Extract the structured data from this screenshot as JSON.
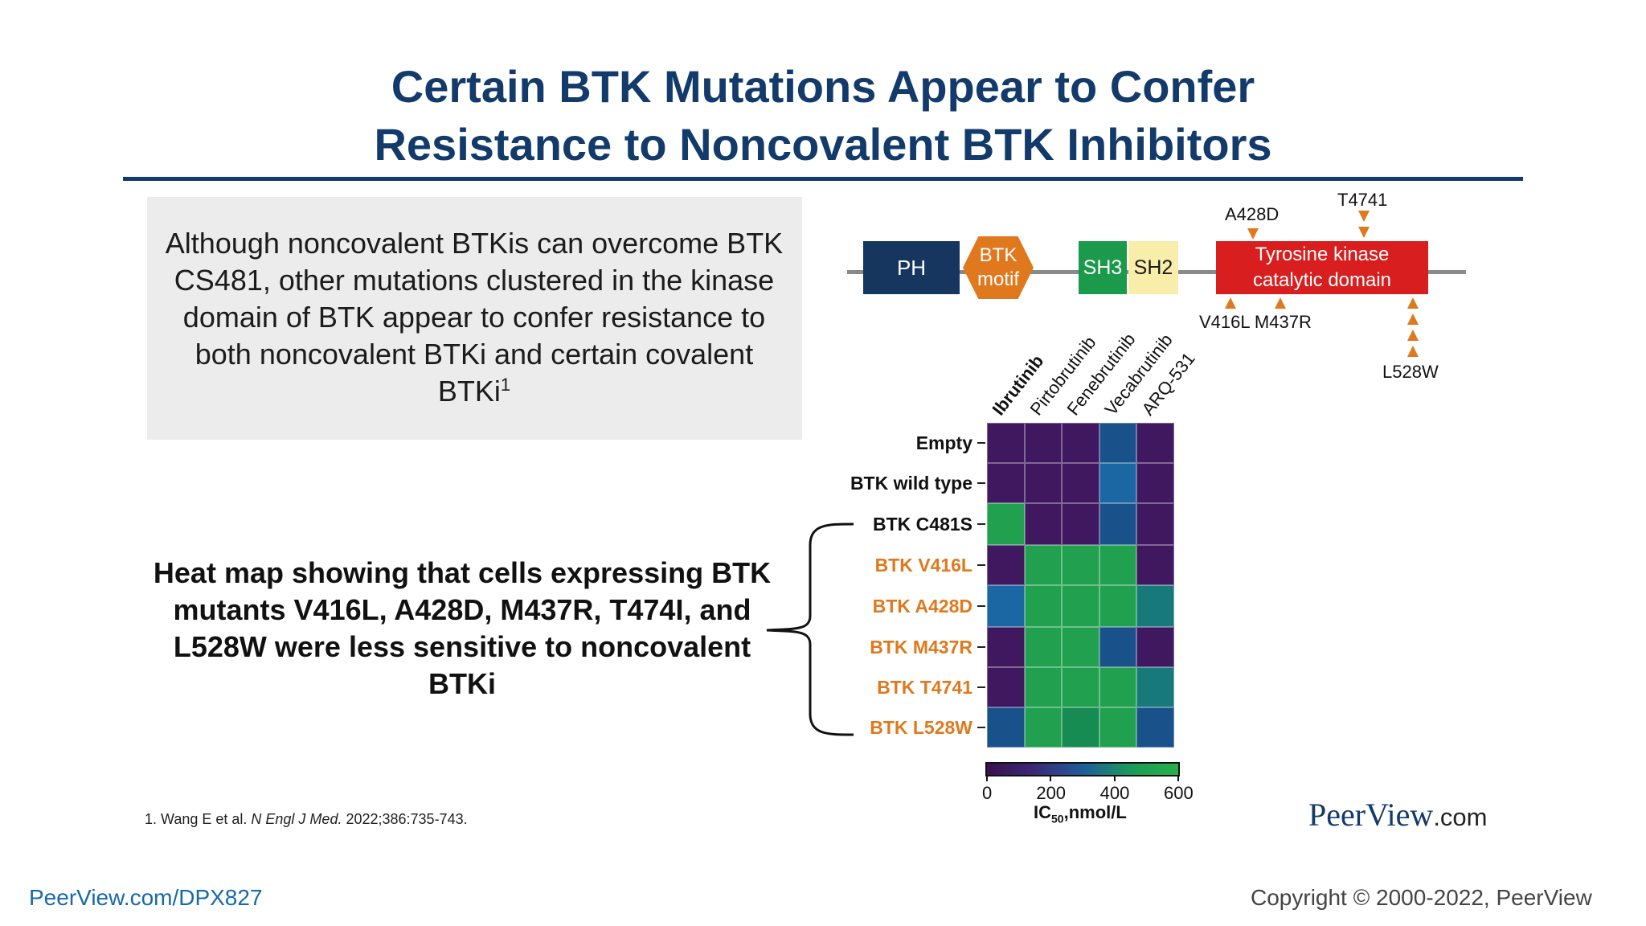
{
  "title": {
    "line1": "Certain BTK Mutations Appear to Confer",
    "line2": "Resistance to Noncovalent BTK Inhibitors"
  },
  "callout": {
    "text": "Although noncovalent BTKis can overcome BTK CS481, other mutations clustered in the kinase domain of BTK appear to confer resistance to both noncovalent BTKi and certain covalent BTKi",
    "superscript": "1"
  },
  "heatmap_description": "Heat map showing that cells expressing BTK mutants V416L, A428D, M437R, T474I, and L528W were less sensitive to noncovalent BTKi",
  "reference": {
    "prefix": "1. Wang E et al. ",
    "journal": "N Engl J Med.",
    "suffix": " 2022;386:735-743."
  },
  "footer": {
    "link": "PeerView.com/DPX827",
    "copyright": "Copyright © 2000-2022, PeerView"
  },
  "logo": {
    "name": "PeerView",
    "suffix": ".com"
  },
  "diagram": {
    "domains": {
      "ph": "PH",
      "btk_motif_line1": "BTK",
      "btk_motif_line2": "motif",
      "sh3": "SH3",
      "sh2": "SH2",
      "tk_line1": "Tyrosine kinase",
      "tk_line2": "catalytic domain"
    },
    "mutations": {
      "a428d": "A428D",
      "t4741": "T4741",
      "v416l_m437r": "V416L M437R",
      "l528w": "L528W"
    },
    "arrow_color": "#e0791e"
  },
  "chart_data": {
    "type": "heatmap",
    "columns": [
      "Ibrutinib",
      "Pirtobrutinib",
      "Fenebrutinib",
      "Vecabrutinib",
      "ARQ-531"
    ],
    "rows": [
      "Empty",
      "BTK wild type",
      "BTK C481S",
      "BTK V416L",
      "BTK A428D",
      "BTK M437R",
      "BTK T4741",
      "BTK L528W"
    ],
    "row_colors": [
      "#111111",
      "#111111",
      "#111111",
      "#e0791e",
      "#e0791e",
      "#e0791e",
      "#e0791e",
      "#e0791e"
    ],
    "values": [
      [
        60,
        60,
        60,
        320,
        60
      ],
      [
        60,
        60,
        60,
        380,
        60
      ],
      [
        560,
        60,
        60,
        320,
        60
      ],
      [
        60,
        560,
        560,
        560,
        60
      ],
      [
        380,
        560,
        560,
        560,
        430
      ],
      [
        60,
        560,
        560,
        320,
        60
      ],
      [
        60,
        560,
        560,
        560,
        430
      ],
      [
        320,
        560,
        480,
        560,
        320
      ]
    ],
    "colorbar": {
      "ticks": [
        "0",
        "200",
        "400",
        "600"
      ],
      "range": [
        0,
        600
      ],
      "label_main": "IC",
      "label_sub": "50",
      "label_rest": ",nmol/L"
    }
  }
}
